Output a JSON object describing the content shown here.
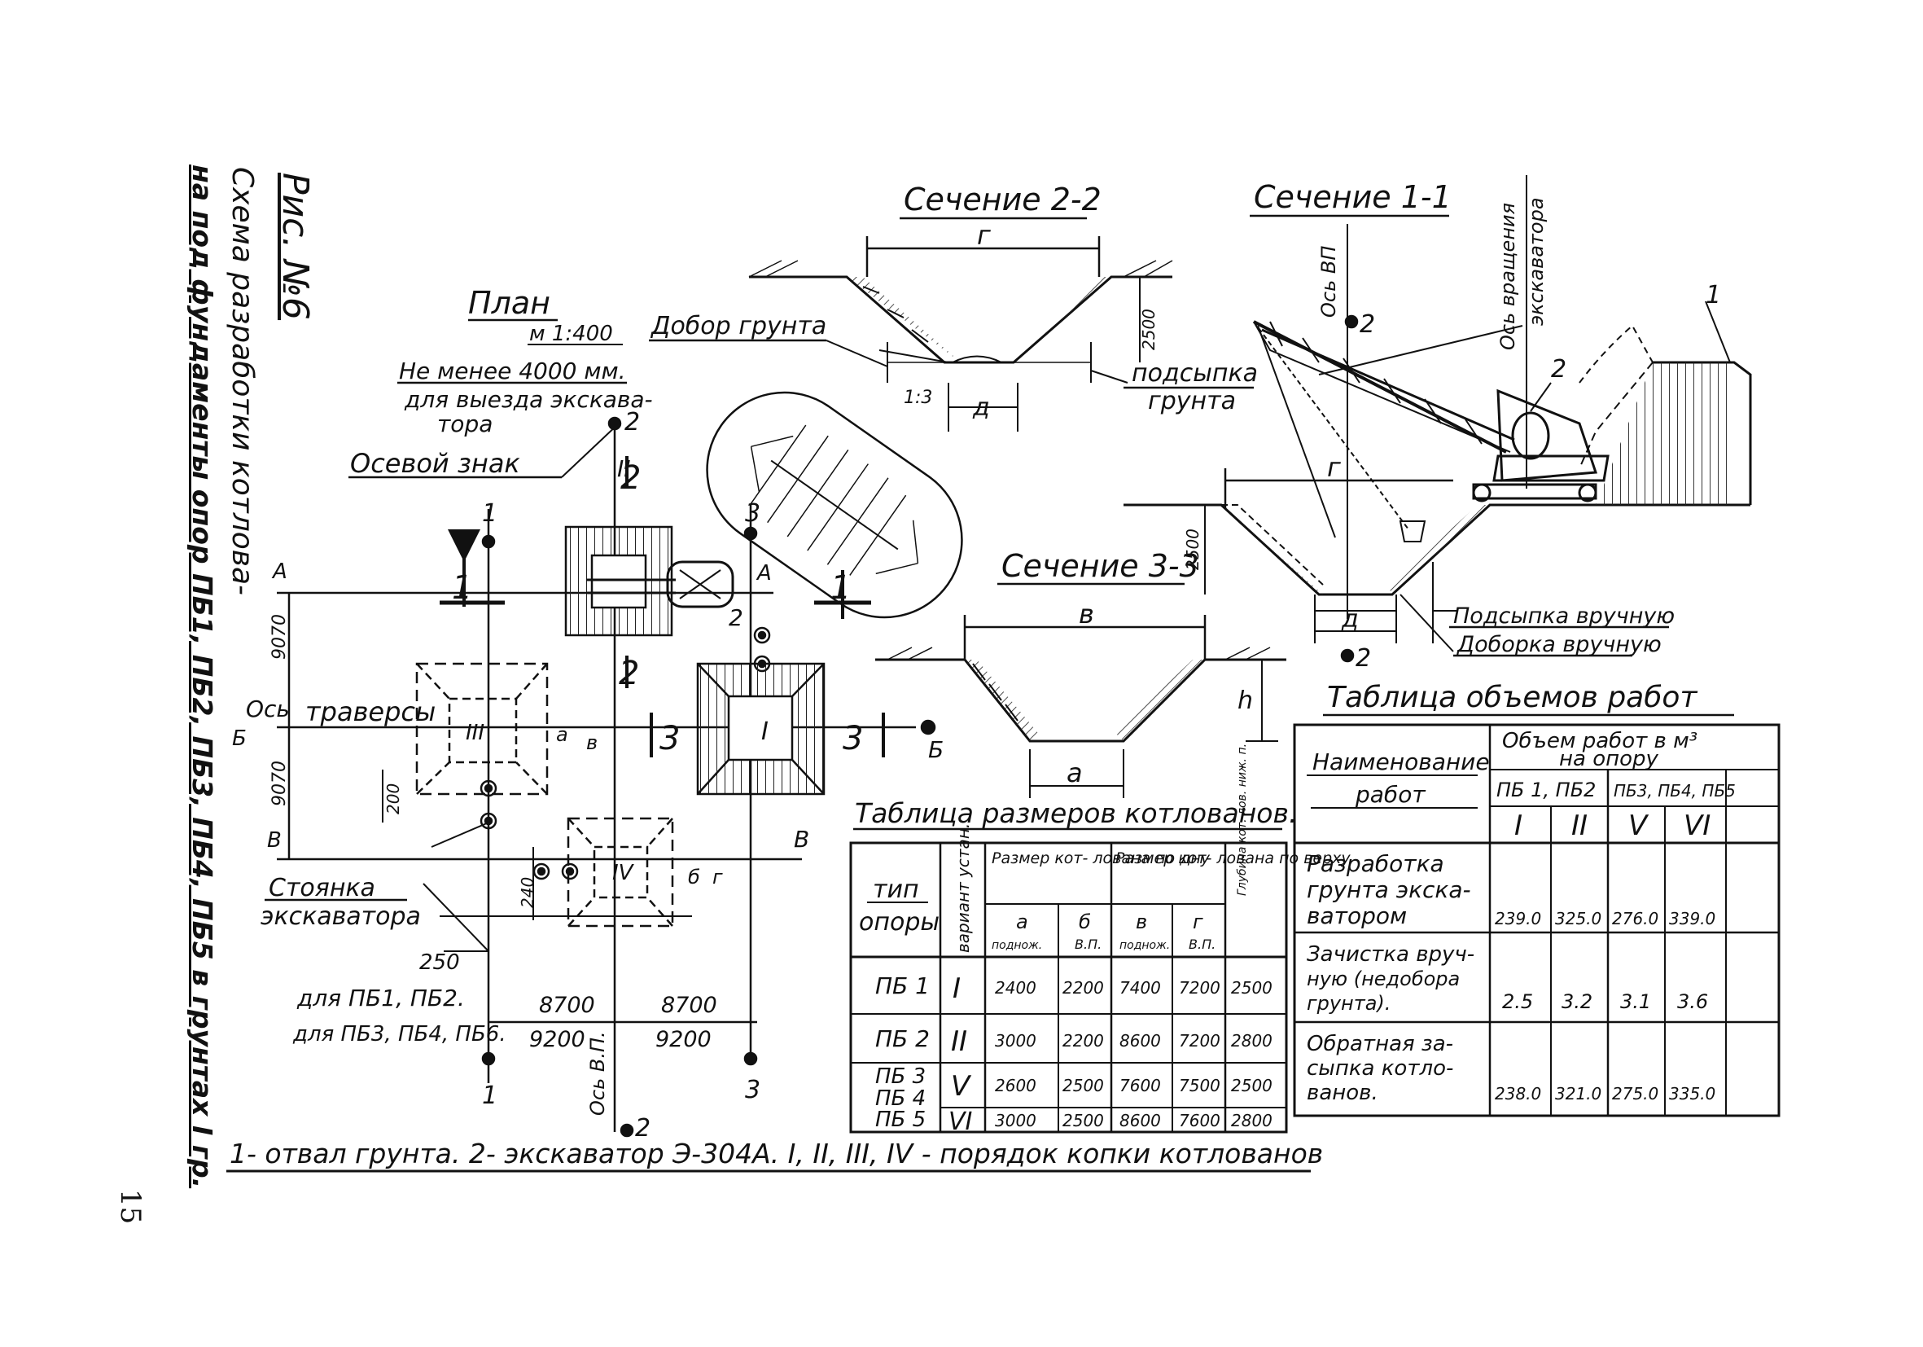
{
  "page_number": "15",
  "title": {
    "fig": "Рис. №6",
    "line1": "Схема разработки котлова-",
    "line2": "на под фундаменты опор ПБ1, ПБ2, ПБ3, ПБ4, ПБ5 в грунтах I гр."
  },
  "legend": "1- отвал грунта. 2- экскаватор Э-304А. I, II, III, IV - порядок копки котлованов",
  "plan": {
    "title": "План",
    "scale": "м 1:400",
    "note1": "Не менее 4000 мм.",
    "note2": "для выезда экскава-",
    "note3": "тора",
    "axis_sign": "Осевой знак",
    "traverse": "траверсы",
    "axis_word": "Ось",
    "parking1": "Стоянка",
    "parking2": "экскаватора",
    "dim_250": "250",
    "dim_240": "240",
    "dim_200": "200",
    "dim_9070a": "9070",
    "dim_9070b": "9070",
    "for_pb12": "для ПБ1, ПБ2.",
    "for_pb345": "для ПБ3, ПБ4, ПБ6.",
    "d8700a": "8700",
    "d8700b": "8700",
    "d9200a": "9200",
    "d9200b": "9200",
    "axis_vp": "Ось В.П.",
    "mark_1": "1",
    "mark_2": "2",
    "mark_3": "3",
    "mark_A": "А",
    "mark_B": "Б",
    "mark_V": "В",
    "roman_1": "I",
    "roman_2": "II",
    "roman_3": "III",
    "roman_4": "IV",
    "lbl_a": "а",
    "lbl_b": "б",
    "lbl_v": "в",
    "lbl_g": "г"
  },
  "section22": {
    "title": "Сечение 2-2",
    "g": "г",
    "d": "д",
    "depth": "2500",
    "slope": "1:3",
    "extra": "Добор грунта",
    "fill1": "подсыпка",
    "fill2": "грунта"
  },
  "section11": {
    "title": "Сечение 1-1",
    "axis_vp": "Ось ВП",
    "axis_rot1": "Ось вращения",
    "axis_rot2": "экскаватора",
    "g": "г",
    "d": "д",
    "depth": "2500",
    "m1": "1",
    "m2": "2",
    "fill_hand": "Подсыпка вручную",
    "clean_hand": "Доборка вручную"
  },
  "section33": {
    "title": "Сечение 3-3",
    "v": "в",
    "a": "а",
    "h": "h"
  },
  "dims_table": {
    "title": "Таблица размеров котлованов.",
    "h_type1": "тип",
    "h_type2": "опоры",
    "h_var": "вариант устан.",
    "h_bottom": "Размер кот- лована по дну",
    "h_top": "Размер кот- лована по верху",
    "h_depth": "Глубина кот. лов. ниж. п.",
    "h_a": "а",
    "h_a2": "поднож.",
    "h_b": "б",
    "h_b2": "В.П.",
    "h_v": "в",
    "h_v2": "поднож.",
    "h_g": "г",
    "h_g2": "В.П.",
    "rows": [
      {
        "type": "ПБ 1",
        "var": "I",
        "a": "2400",
        "b": "2200",
        "v": "7400",
        "g": "7200",
        "h": "2500"
      },
      {
        "type": "ПБ 2",
        "var": "II",
        "a": "3000",
        "b": "2200",
        "v": "8600",
        "g": "7200",
        "h": "2800"
      },
      {
        "type": "ПБ 3",
        "var": "V",
        "a": "2600",
        "b": "2500",
        "v": "7600",
        "g": "7500",
        "h": "2500"
      },
      {
        "type": "ПБ 4",
        "var": "",
        "a": "",
        "b": "",
        "v": "",
        "g": "",
        "h": ""
      },
      {
        "type": "ПБ 5",
        "var": "VI",
        "a": "3000",
        "b": "2500",
        "v": "8600",
        "g": "7600",
        "h": "2800"
      }
    ]
  },
  "volume_table": {
    "title": "Таблица объемов работ",
    "h_name1": "Наименование",
    "h_name2": "работ",
    "h_vol1": "Объем работ в м³",
    "h_vol2": "на опору",
    "h_grp1": "ПБ 1, ПБ2",
    "h_grp2": "ПБ3, ПБ4, ПБ5",
    "h_cols": [
      "I",
      "II",
      "V",
      "VI"
    ],
    "rows": [
      {
        "name": [
          "Разработка",
          "грунта экска-",
          "ватором"
        ],
        "vals": [
          "239.0",
          "325.0",
          "276.0",
          "339.0"
        ]
      },
      {
        "name": [
          "Зачистка вруч-",
          "ную (недобора",
          "грунта)."
        ],
        "vals": [
          "2.5",
          "3.2",
          "3.1",
          "3.6"
        ]
      },
      {
        "name": [
          "Обратная за-",
          "сыпка котло-",
          "ванов."
        ],
        "vals": [
          "238.0",
          "321.0",
          "275.0",
          "335.0"
        ]
      }
    ]
  }
}
